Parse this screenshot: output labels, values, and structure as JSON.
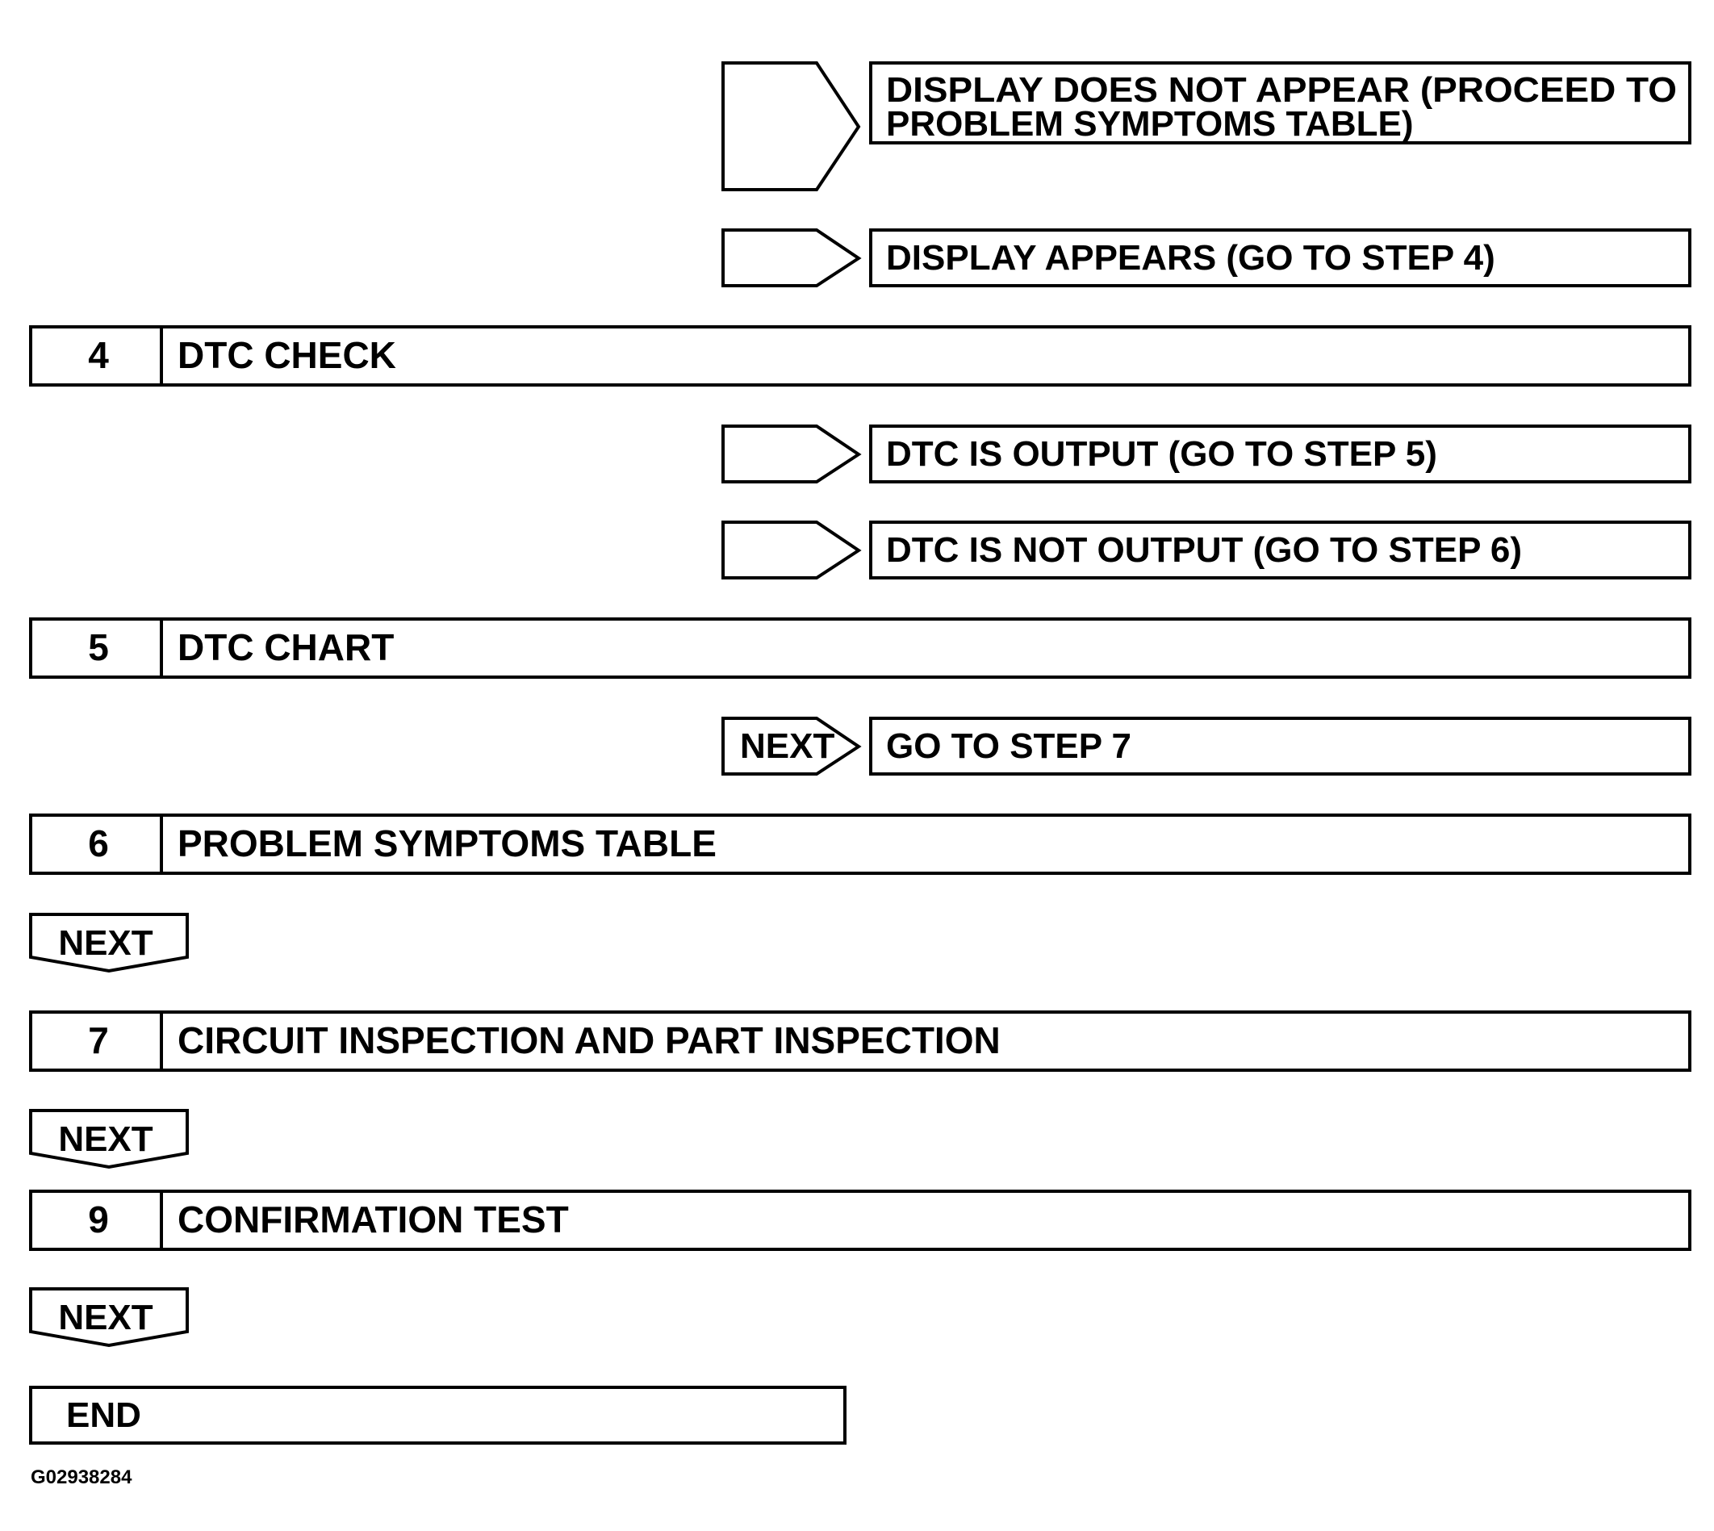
{
  "outcomes": [
    {
      "line1": "DISPLAY DOES NOT APPEAR (PROCEED TO",
      "line2": "PROBLEM SYMPTOMS TABLE)"
    },
    {
      "line1": "DISPLAY APPEARS (GO TO STEP 4)"
    },
    {
      "line1": "DTC IS OUTPUT (GO TO STEP 5)"
    },
    {
      "line1": "DTC IS NOT OUTPUT (GO TO STEP 6)"
    },
    {
      "line1": "GO TO STEP 7",
      "arrow_label": "NEXT"
    }
  ],
  "steps": [
    {
      "number": "4",
      "title": "DTC CHECK"
    },
    {
      "number": "5",
      "title": "DTC CHART"
    },
    {
      "number": "6",
      "title": "PROBLEM SYMPTOMS TABLE"
    },
    {
      "number": "7",
      "title": "CIRCUIT INSPECTION AND PART INSPECTION"
    },
    {
      "number": "9",
      "title": "CONFIRMATION TEST"
    }
  ],
  "next_labels": [
    "NEXT",
    "NEXT",
    "NEXT"
  ],
  "end_label": "END",
  "figure_code": "G02938284"
}
